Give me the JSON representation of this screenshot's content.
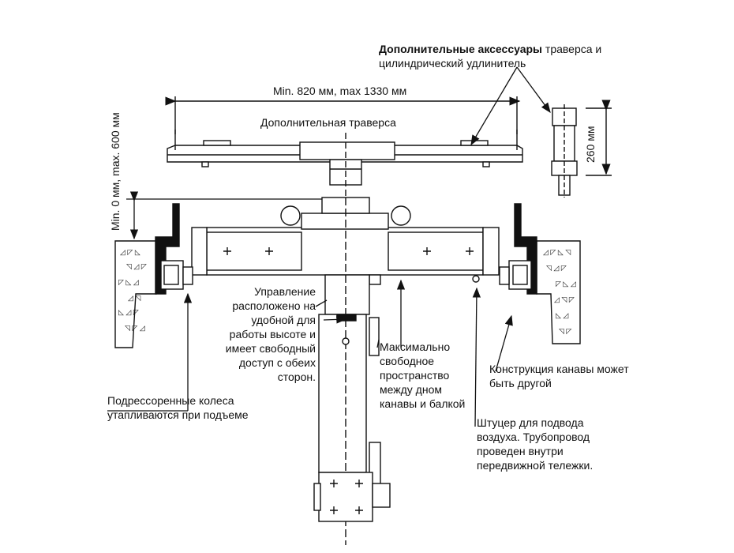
{
  "labels": {
    "accessories_bold": "Дополнительные аксессуары",
    "accessories_rest": " траверса и",
    "accessories_line2": "цилиндрический удлинитель",
    "span_dim": "Min. 820 мм, max 1330 мм",
    "extra_beam": "Дополнительная траверса",
    "height_dim": "260 мм",
    "vertical_dim": "Min. 0 мм, max. 600 мм",
    "control": [
      "Управление",
      "расположено на",
      "удобной для",
      "работы высоте и",
      "имеет свободный",
      "доступ с обеих",
      "сторон."
    ],
    "max_space": [
      "Максимально",
      "свободное",
      "пространство",
      "между дном",
      "канавы и балкой"
    ],
    "pit_design": [
      "Конструкция канавы может",
      "быть другой"
    ],
    "wheels": [
      "Подрессоренные колеса",
      "утапливаются при подъеме"
    ],
    "air_fitting": [
      "Штуцер для подвода",
      "воздуха. Трубопровод",
      "проведен внутри",
      "передвижной тележки."
    ]
  }
}
